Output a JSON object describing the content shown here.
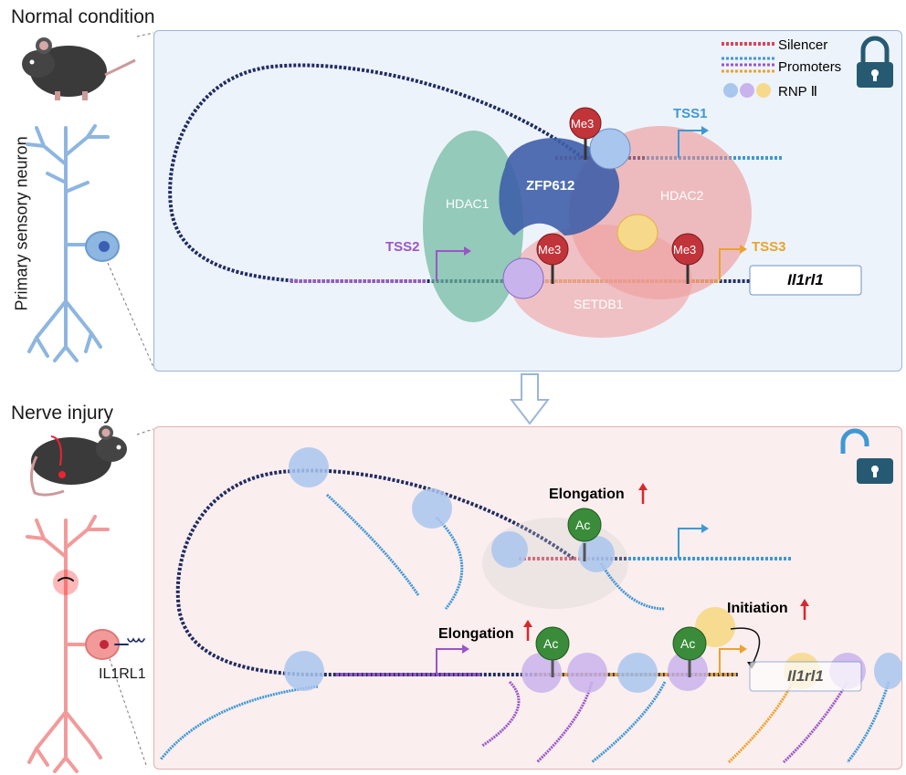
{
  "headings": {
    "normal": "Normal condition",
    "injury": "Nerve injury",
    "side": "Primary sensory neuron"
  },
  "legend": {
    "silencer": "Silencer",
    "promoters": "Promoters",
    "rnp": "RNP Ⅱ"
  },
  "normal": {
    "hdac1": "HDAC1",
    "zfp612": "ZFP612",
    "hdac2": "HDAC2",
    "setdb1": "SETDB1",
    "me3": "Me3",
    "tss1": "TSS1",
    "tss2": "TSS2",
    "tss3": "TSS3",
    "gene": "Il1rl1"
  },
  "injury": {
    "elongation": "Elongation",
    "initiation": "Initiation",
    "ac": "Ac",
    "receptor": "IL1RL1",
    "gene": "Il1rl1"
  },
  "colors": {
    "dna": "#1f2b63",
    "silencer": "#d9445a",
    "promoter_blue": "#3e98d4",
    "promoter_purple": "#9b55c8",
    "promoter_orange": "#eca22c",
    "me3": "#c1343a",
    "ac": "#3a8c3a",
    "up_arrow": "#d8282d",
    "hdac1": "#6cb89c",
    "zfp612": "#3e5fa8",
    "hdac2": "#ec8c8c",
    "setdb1": "#f0a0a0",
    "lock": "#265a72",
    "neuron_normal": "#8db6e0",
    "neuron_injury": "#f29a9a"
  },
  "icons": [
    "mouse-icon",
    "neuron-icon",
    "lock-closed-icon",
    "lock-open-icon",
    "down-arrow-icon",
    "up-arrow-icon"
  ]
}
